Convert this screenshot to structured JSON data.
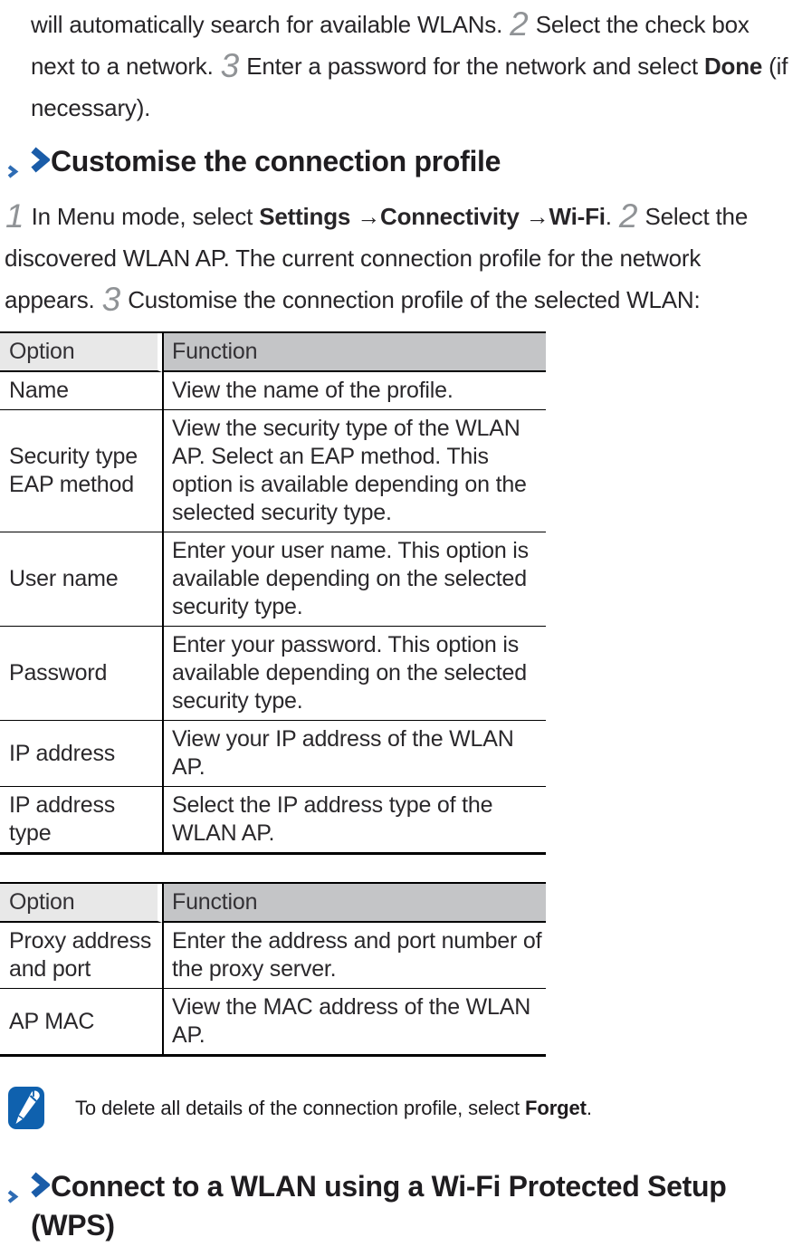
{
  "page": {
    "intro_paragraph": {
      "segments": [
        {
          "t": "will automatically search for available WLANs. ",
          "s": "normal"
        },
        {
          "t": "2",
          "s": "step"
        },
        {
          "t": " Select the check box next to a network. ",
          "s": "normal"
        },
        {
          "t": "3",
          "s": "step"
        },
        {
          "t": " Enter a password for the network and select ",
          "s": "normal"
        },
        {
          "t": "Done",
          "s": "bold"
        },
        {
          "t": " (if necessary).",
          "s": "normal"
        }
      ]
    },
    "section1": {
      "title": "Customise the connection profile",
      "steps_paragraph": {
        "segments": [
          {
            "t": "1",
            "s": "step"
          },
          {
            "t": " In Menu mode, select ",
            "s": "normal"
          },
          {
            "t": "Settings",
            "s": "bold"
          },
          {
            "t": " ",
            "s": "normal"
          },
          {
            "t": "→Connectivity",
            "s": "bold"
          },
          {
            "t": " ",
            "s": "normal"
          },
          {
            "t": "→Wi-Fi",
            "s": "bold"
          },
          {
            "t": ". ",
            "s": "normal"
          },
          {
            "t": "2",
            "s": "step"
          },
          {
            "t": " Select the discovered WLAN AP. The current connection profile for the network appears. ",
            "s": "normal"
          },
          {
            "t": "3",
            "s": "step"
          },
          {
            "t": " Customise the connection profile of the selected WLAN:",
            "s": "normal"
          }
        ]
      }
    },
    "table1": {
      "headers": [
        "Option",
        "Function"
      ],
      "rows": [
        [
          "Name",
          "View the name of the profile."
        ],
        [
          "Security type EAP method",
          "View the security type of the WLAN AP. Select an EAP method. This option is available depending on the selected security type."
        ],
        [
          "User name",
          "Enter your user name. This option is available depending on the selected security type."
        ],
        [
          "Password",
          "Enter your password. This option is available depending on the selected security type."
        ],
        [
          "IP address",
          "View your IP address of the WLAN AP."
        ],
        [
          "IP address type",
          "Select the IP address type of the WLAN AP."
        ]
      ]
    },
    "table2": {
      "headers": [
        "Option",
        "Function"
      ],
      "rows": [
        [
          "Proxy address and port",
          "Enter the address and port number of the proxy server."
        ],
        [
          "AP MAC",
          "View the MAC address of the WLAN AP."
        ]
      ]
    },
    "note": {
      "icon": "note-pencil-icon",
      "segments": [
        {
          "t": "To delete all details of the connection profile, select ",
          "s": "normal"
        },
        {
          "t": "Forget",
          "s": "bold"
        },
        {
          "t": ".",
          "s": "normal"
        }
      ]
    },
    "section2": {
      "title": "Connect to a WLAN using a Wi-Fi Protected Setup (WPS)"
    },
    "colors": {
      "accent_blue_large_chevron": "#1a5ca8",
      "accent_blue_small_chevron": "#2e6cb4",
      "note_icon_blue": "#0f61ae",
      "step_number_gray": "#909396",
      "table_header_option_bg": "#e8e8e8",
      "table_header_function_bg": "#c4c5c7",
      "table_border": "#000000",
      "body_text": "#272528"
    }
  }
}
